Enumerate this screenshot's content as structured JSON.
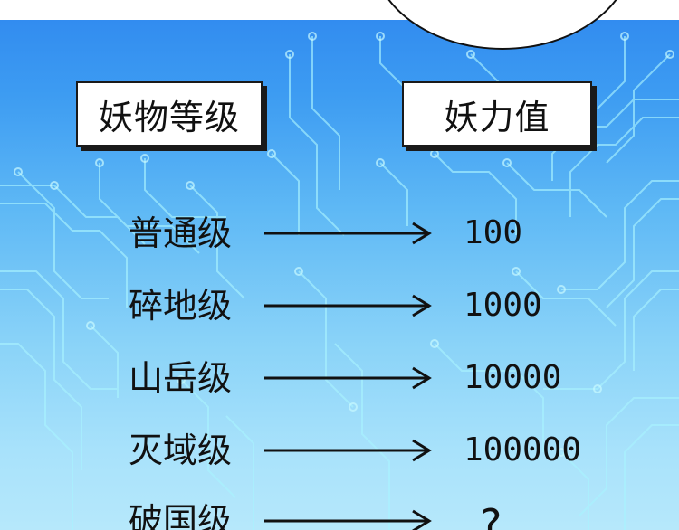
{
  "headers": {
    "level_title": "妖物等级",
    "power_title": "妖力值"
  },
  "rows": [
    {
      "level": "普通级",
      "value": "100"
    },
    {
      "level": "碎地级",
      "value": "1000"
    },
    {
      "level": "山岳级",
      "value": "10000"
    },
    {
      "level": "灭域级",
      "value": "100000"
    },
    {
      "level": "破国级",
      "value": "?"
    }
  ],
  "colors": {
    "sky_top": "#2f88ef",
    "sky_bottom": "#b6e8fb",
    "circuit": "#9ff2ff",
    "ink": "#111111",
    "panel": "#ffffff"
  },
  "icons": {
    "arrow": "right-arrow-icon",
    "pattern": "circuit-pattern"
  }
}
